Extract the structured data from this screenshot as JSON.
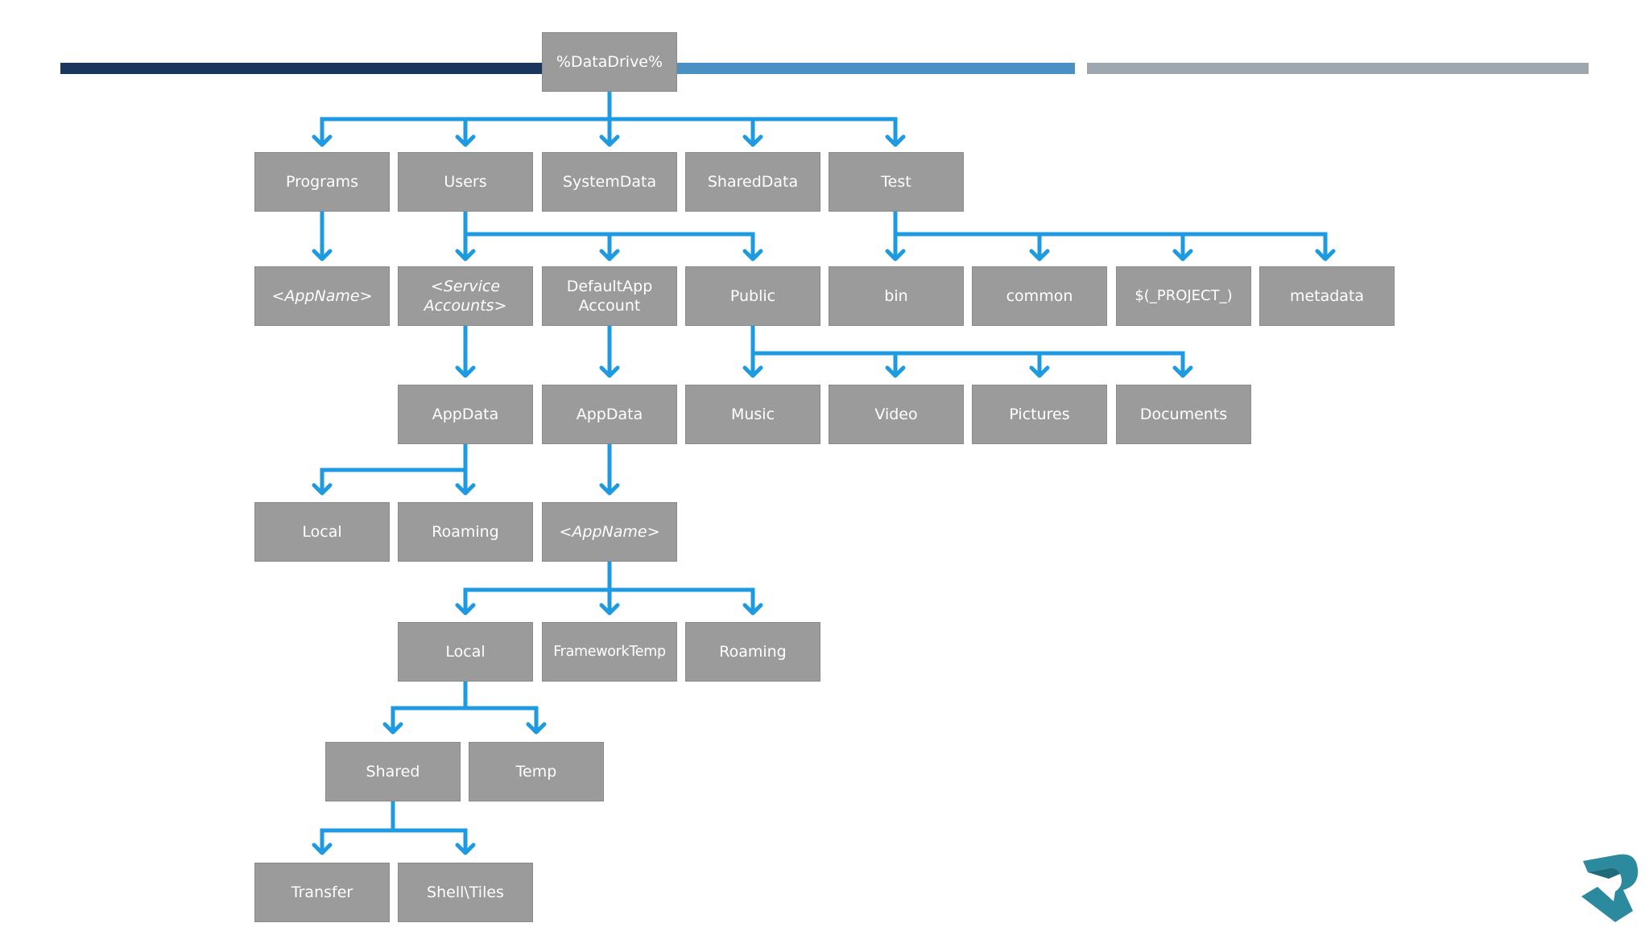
{
  "diagram": {
    "root": "%DataDrive%",
    "level1": {
      "programs": "Programs",
      "users": "Users",
      "systemdata": "SystemData",
      "shareddata": "SharedData",
      "test": "Test"
    },
    "level2": {
      "programs_appname": "<AppName>",
      "service_accounts": "<Service\nAccounts>",
      "defaultapp_account": "DefaultApp\nAccount",
      "public": "Public",
      "bin": "bin",
      "common": "common",
      "project": "$(_PROJECT_)",
      "metadata": "metadata"
    },
    "level3": {
      "service_appdata": "AppData",
      "default_appdata": "AppData",
      "music": "Music",
      "video": "Video",
      "pictures": "Pictures",
      "documents": "Documents"
    },
    "level4": {
      "local": "Local",
      "roaming": "Roaming",
      "appname": "<AppName>"
    },
    "level5": {
      "local": "Local",
      "frameworktemp": "FrameworkTemp",
      "roaming": "Roaming"
    },
    "level6": {
      "shared": "Shared",
      "temp": "Temp"
    },
    "level7": {
      "transfer": "Transfer",
      "shell_tiles": "Shell\\Tiles"
    }
  },
  "colors": {
    "node_fill": "#9b9b9b",
    "connector": "#1e9be0",
    "bar_dark": "#1b365d",
    "bar_blue": "#4a90c4",
    "bar_gray": "#9ea7ad",
    "logo": "#2b8a9e"
  },
  "logo": {
    "icon": "brand-r-logo-icon"
  }
}
